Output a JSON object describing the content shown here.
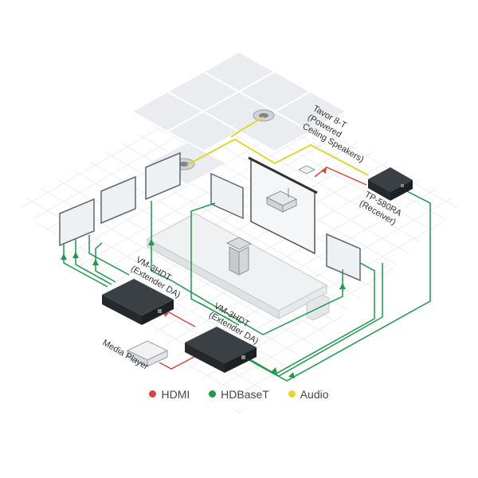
{
  "labels": {
    "speakers": [
      "Tavor 8-T",
      "(Powered",
      "Ceiling Speakers)"
    ],
    "receiver": [
      "TP-580RA",
      "(Receiver)"
    ],
    "vm1": [
      "VM-3HDT",
      "(Extender DA)"
    ],
    "vm2": [
      "VM-3HDT",
      "(Extender DA)"
    ],
    "media_player": "Media Player"
  },
  "legend": [
    {
      "label": "HDMI",
      "color": "#d9453e"
    },
    {
      "label": "HDBaseT",
      "color": "#1f9a4a"
    },
    {
      "label": "Audio",
      "color": "#e3d530"
    }
  ],
  "colors": {
    "hdmi": "#d9453e",
    "hdbaset": "#1f9a4a",
    "audio": "#e3d530",
    "device": "#2b2f33"
  }
}
